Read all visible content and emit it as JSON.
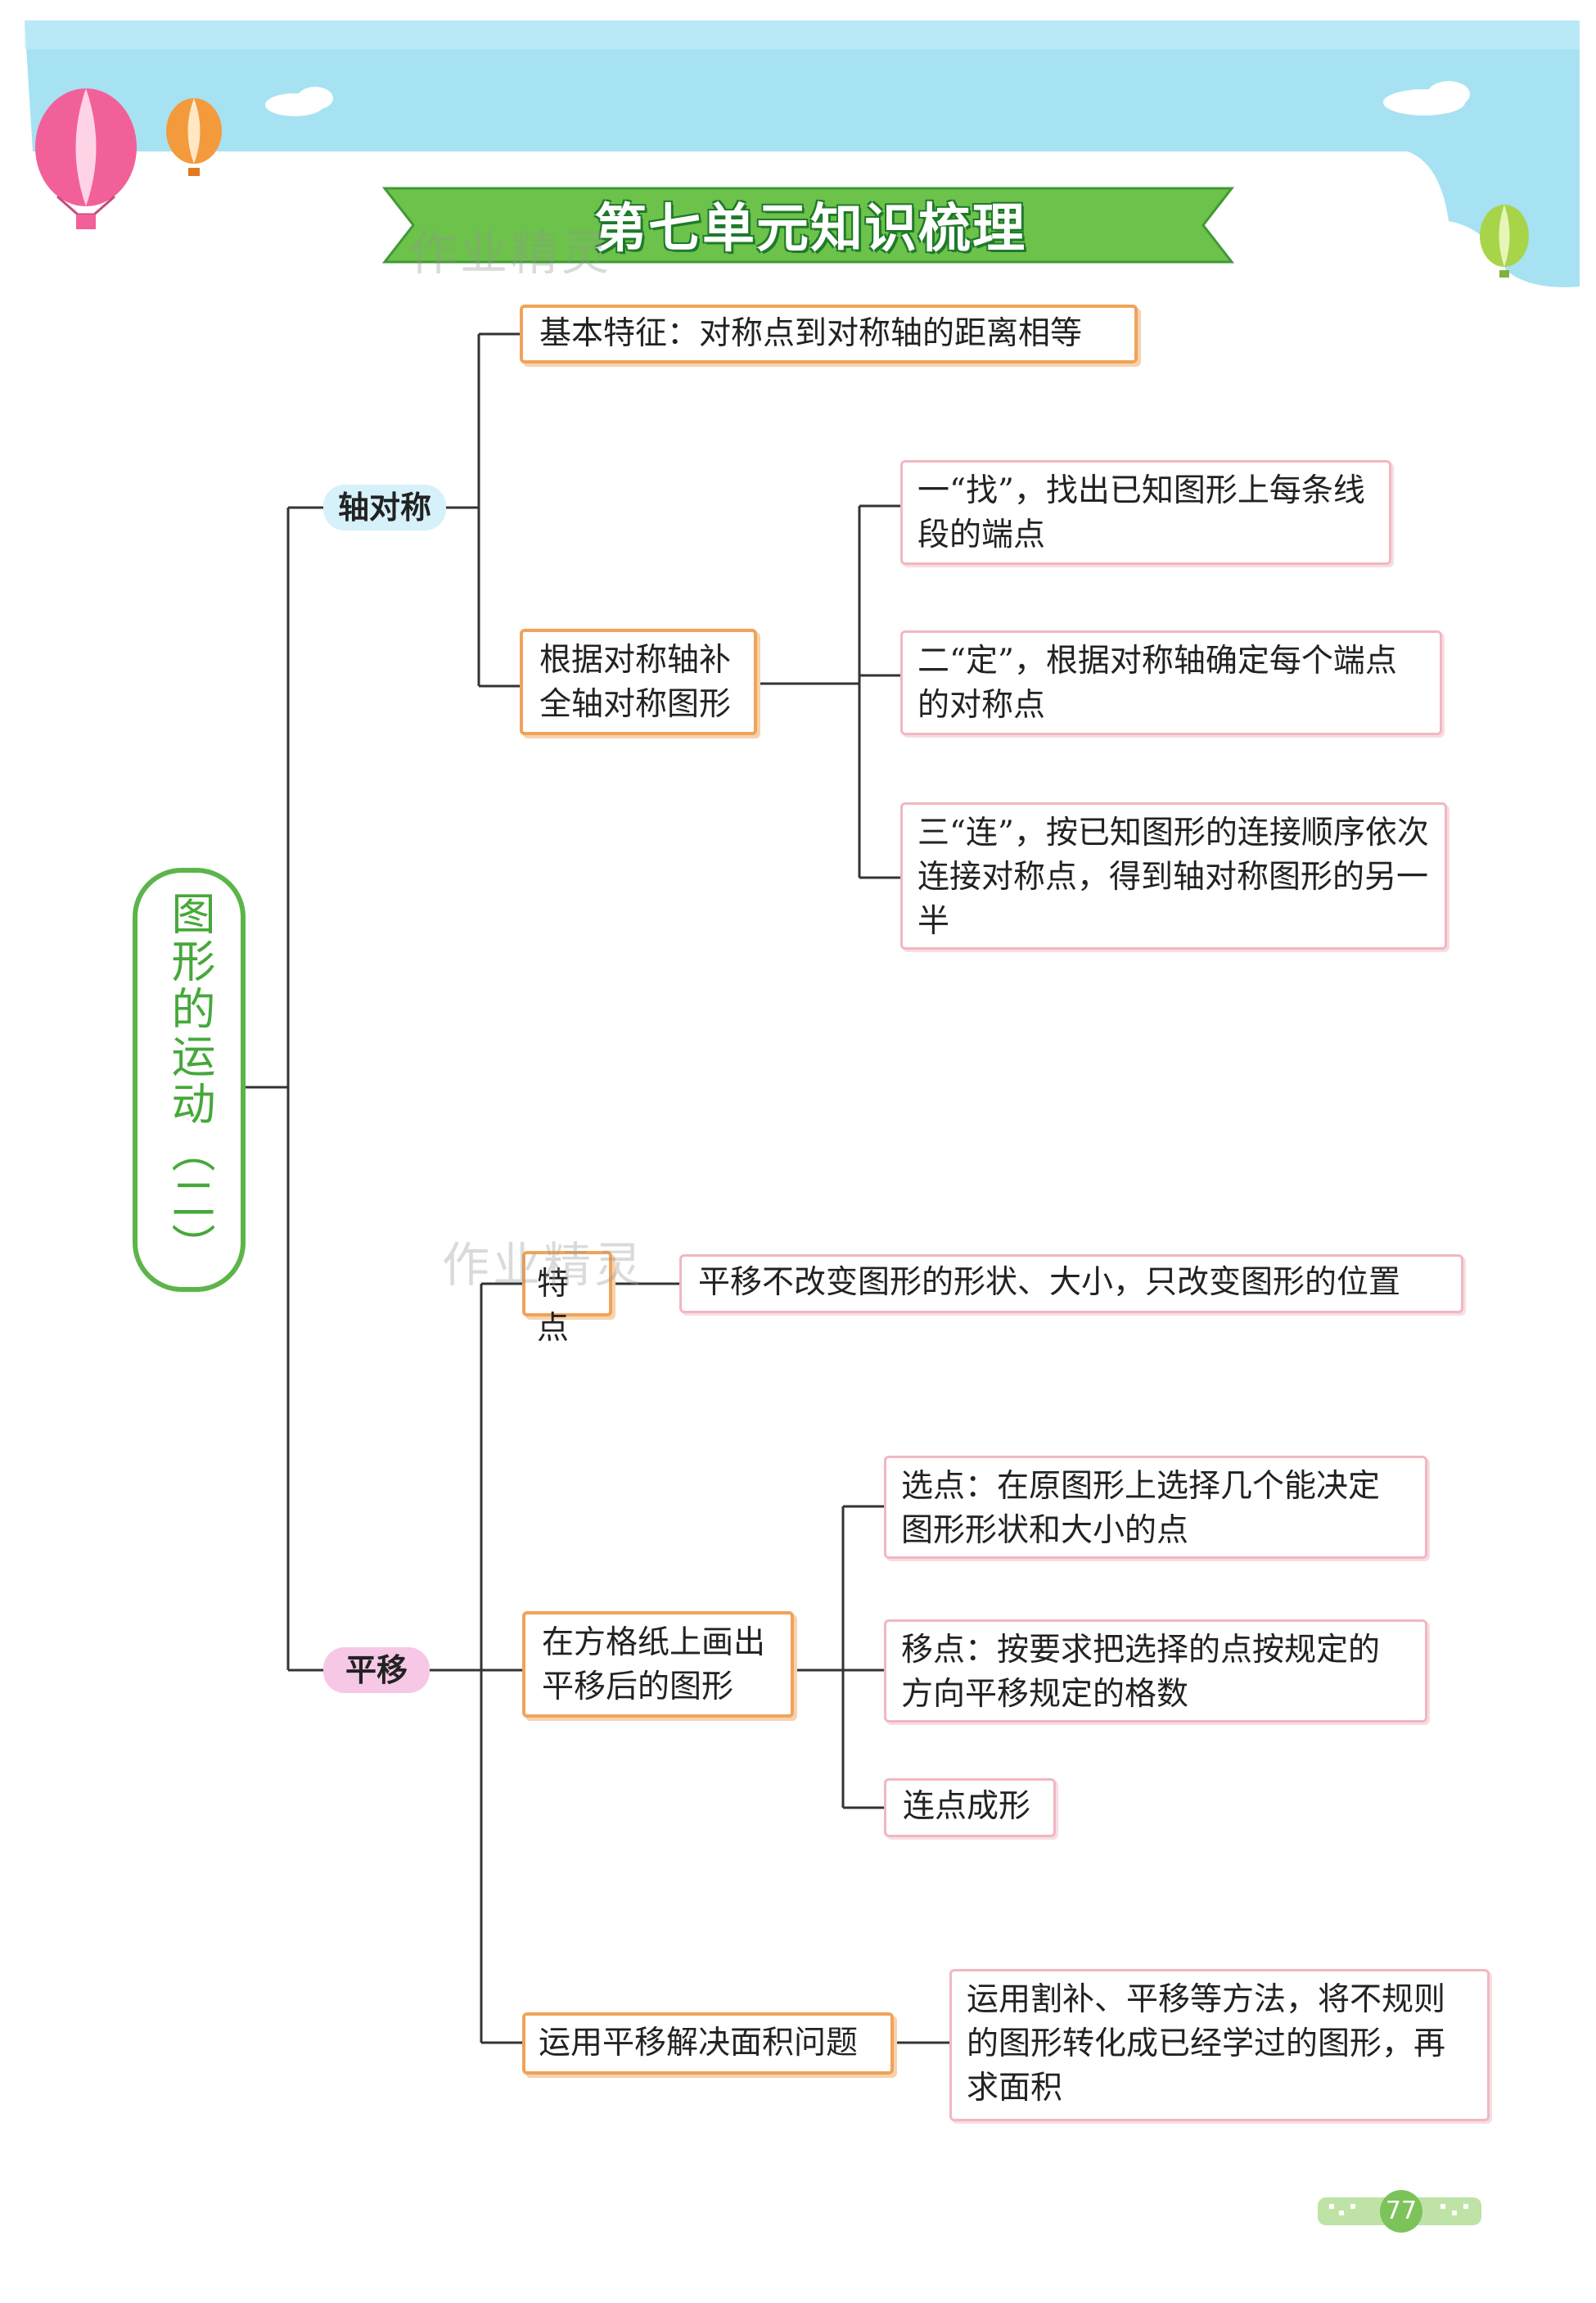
{
  "title": "第七单元知识梳理",
  "watermark": "作业精灵",
  "page_number": "77",
  "colors": {
    "title_green": "#5cb54a",
    "box_orange": "#f0a35a",
    "box_pink": "#f1b7c1",
    "pill_blue": "#d6f1fa",
    "pill_pink": "#f6c8e6",
    "sky": "#9fe0f0"
  },
  "root": {
    "label": "图形的运动（二）"
  },
  "branches": {
    "axial": {
      "label": "轴对称",
      "feature": "基本特征：对称点到对称轴的距离相等",
      "complete": {
        "label": "根据对称轴补全轴对称图形",
        "steps": [
          "一“找”，找出已知图形上每条线段的端点",
          "二“定”，根据对称轴确定每个端点的对称点",
          "三“连”，按已知图形的连接顺序依次连接对称点，得到轴对称图形的另一半"
        ]
      }
    },
    "translation": {
      "label": "平移",
      "trait": {
        "label": "特点",
        "desc": "平移不改变图形的形状、大小，只改变图形的位置"
      },
      "draw": {
        "label": "在方格纸上画出平移后的图形",
        "steps": [
          "选点：在原图形上选择几个能决定图形形状和大小的点",
          "移点：按要求把选择的点按规定的方向平移规定的格数",
          "连点成形"
        ]
      },
      "area": {
        "label": "运用平移解决面积问题",
        "desc": "运用割补、平移等方法，将不规则的图形转化成已经学过的图形，再求面积"
      }
    }
  }
}
